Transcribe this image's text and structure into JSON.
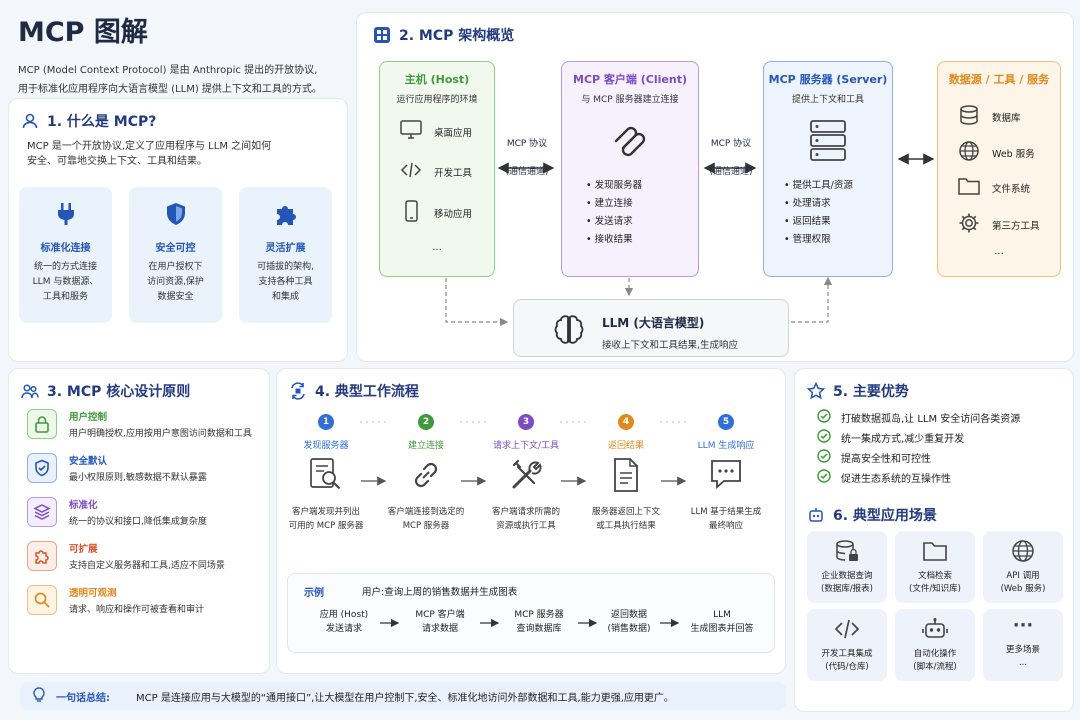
{
  "header": {
    "title": "MCP 图解",
    "subtitle1": "MCP (Model Context Protocol) 是由 Anthropic 提出的开放协议,",
    "subtitle2": "用于标准化应用程序向大语言模型 (LLM) 提供上下文和工具的方式。"
  },
  "sec1": {
    "title": "1. 什么是 MCP?",
    "desc1": "MCP 是一个开放协议,定义了应用程序与 LLM 之间如何",
    "desc2": "安全、可靠地交换上下文、工具和结果。",
    "features": [
      {
        "title": "标准化连接",
        "l1": "统一的方式连接",
        "l2": "LLM 与数据源、",
        "l3": "工具和服务"
      },
      {
        "title": "安全可控",
        "l1": "在用户授权下",
        "l2": "访问资源,保护",
        "l3": "数据安全"
      },
      {
        "title": "灵活扩展",
        "l1": "可插拔的架构,",
        "l2": "支持各种工具",
        "l3": "和集成"
      }
    ]
  },
  "sec2": {
    "title": "2. MCP 架构概览",
    "host": {
      "title": "主机 (Host)",
      "sub": "运行应用程序的环境",
      "items": [
        "桌面应用",
        "开发工具",
        "移动应用"
      ],
      "more": "..."
    },
    "client": {
      "title": "MCP 客户端 (Client)",
      "sub": "与 MCP 服务器建立连接",
      "items": [
        "• 发现服务器",
        "• 建立连接",
        "• 发送请求",
        "• 接收结果"
      ]
    },
    "server": {
      "title": "MCP 服务器 (Server)",
      "sub": "提供上下文和工具",
      "items": [
        "• 提供工具/资源",
        "• 处理请求",
        "• 返回结果",
        "• 管理权限"
      ]
    },
    "data": {
      "title": "数据源 / 工具 / 服务",
      "items": [
        "数据库",
        "Web 服务",
        "文件系统",
        "第三方工具"
      ],
      "more": "..."
    },
    "proto1": {
      "l1": "MCP 协议",
      "l2": "(通信通道)"
    },
    "proto2": {
      "l1": "MCP 协议",
      "l2": "(通信通道)"
    },
    "llm": {
      "title": "LLM (大语言模型)",
      "sub": "接收上下文和工具结果,生成响应"
    }
  },
  "sec3": {
    "title": "3. MCP 核心设计原则",
    "items": [
      {
        "title": "用户控制",
        "desc": "用户明确授权,应用按用户意图访问数据和工具"
      },
      {
        "title": "安全默认",
        "desc": "最小权限原则,敏感数据不默认暴露"
      },
      {
        "title": "标准化",
        "desc": "统一的协议和接口,降低集成复杂度"
      },
      {
        "title": "可扩展",
        "desc": "支持自定义服务器和工具,适应不同场景"
      },
      {
        "title": "透明可观测",
        "desc": "请求、响应和操作可被查看和审计"
      }
    ]
  },
  "sec4": {
    "title": "4. 典型工作流程",
    "steps": [
      {
        "num": "1",
        "title": "发现服务器",
        "l1": "客户端发现并列出",
        "l2": "可用的 MCP 服务器"
      },
      {
        "num": "2",
        "title": "建立连接",
        "l1": "客户端连接到选定的",
        "l2": "MCP 服务器"
      },
      {
        "num": "3",
        "title": "请求上下文/工具",
        "l1": "客户端请求所需的",
        "l2": "资源或执行工具"
      },
      {
        "num": "4",
        "title": "返回结果",
        "l1": "服务器返回上下文",
        "l2": "或工具执行结果"
      },
      {
        "num": "5",
        "title": "LLM 生成响应",
        "l1": "LLM 基于结果生成",
        "l2": "最终响应"
      }
    ],
    "example": {
      "label": "示例",
      "user": "用户:查询上周的销售数据并生成图表",
      "flow": [
        {
          "l1": "应用 (Host)",
          "l2": "发送请求"
        },
        {
          "l1": "MCP 客户端",
          "l2": "请求数据"
        },
        {
          "l1": "MCP 服务器",
          "l2": "查询数据库"
        },
        {
          "l1": "返回数据",
          "l2": "(销售数据)"
        },
        {
          "l1": "LLM",
          "l2": "生成图表并回答"
        }
      ]
    }
  },
  "sec5": {
    "title": "5. 主要优势",
    "items": [
      "打破数据孤岛,让 LLM 安全访问各类资源",
      "统一集成方式,减少重复开发",
      "提高安全性和可控性",
      "促进生态系统的互操作性"
    ]
  },
  "sec6": {
    "title": "6. 典型应用场景",
    "items": [
      {
        "l1": "企业数据查询",
        "l2": "(数据库/报表)"
      },
      {
        "l1": "文档检索",
        "l2": "(文件/知识库)"
      },
      {
        "l1": "API 调用",
        "l2": "(Web 服务)"
      },
      {
        "l1": "开发工具集成",
        "l2": "(代码/仓库)"
      },
      {
        "l1": "自动化操作",
        "l2": "(脚本/流程)"
      },
      {
        "l1": "更多场景",
        "l2": "..."
      }
    ]
  },
  "summary": {
    "label": "一句话总结:",
    "text": "MCP 是连接应用与大模型的“通用接口”,让大模型在用户控制下,安全、标准化地访问外部数据和工具,能力更强,应用更广。"
  },
  "colors": {
    "blue": "#2456b8",
    "green": "#3f9a3a",
    "purple": "#7b4bc4",
    "orange": "#e08a1e",
    "navy": "#243b80"
  }
}
